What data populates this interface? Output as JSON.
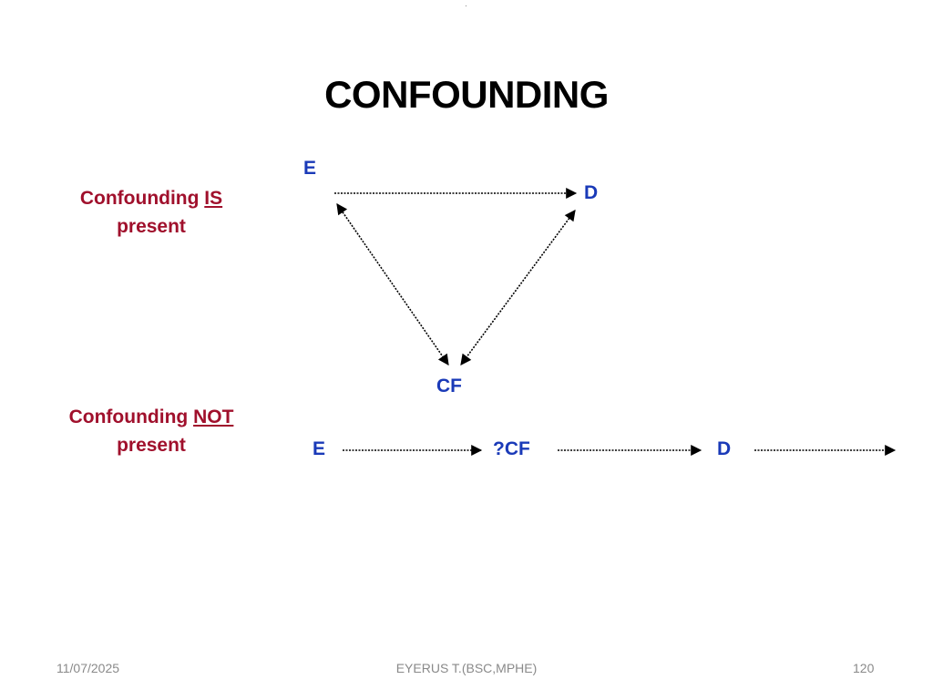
{
  "slide": {
    "top_mark": "·",
    "title": "CONFOUNDING"
  },
  "present": {
    "label_prefix": "Confounding ",
    "label_emphasis": "IS",
    "label_suffix": "present"
  },
  "not_present": {
    "label_prefix": "Confounding ",
    "label_emphasis": "NOT",
    "label_suffix": "present"
  },
  "diagram_top": {
    "node_e": "E",
    "node_d": "D",
    "node_cf": "CF"
  },
  "diagram_bottom": {
    "node_e": "E",
    "node_cf": "?CF",
    "node_d": "D"
  },
  "colors": {
    "label": "#a0102c",
    "node": "#1a3ab8",
    "arrow": "#000000",
    "footer": "#8a8a8a"
  },
  "footer": {
    "date": "11/07/2025",
    "author": "EYERUS T.(BSC,MPHE)",
    "page_number": "120"
  }
}
